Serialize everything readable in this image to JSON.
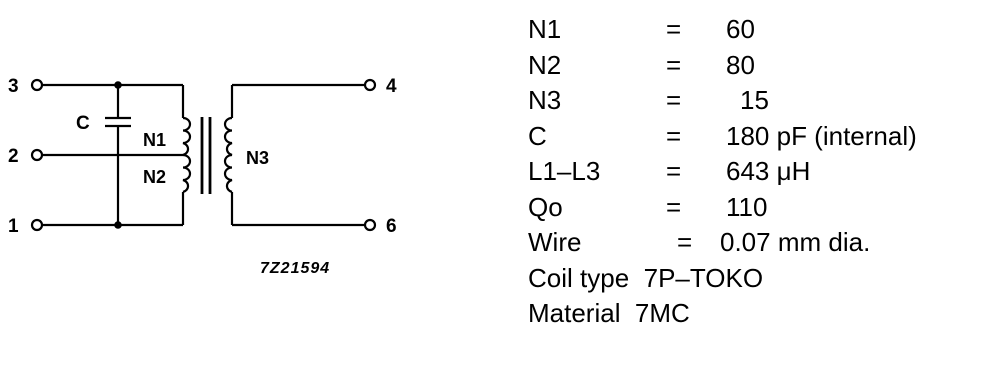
{
  "diagram": {
    "terminals": {
      "t3": "3",
      "t2": "2",
      "t1": "1",
      "t4": "4",
      "t6": "6"
    },
    "components": {
      "capacitor": "C",
      "winding_n1": "N1",
      "winding_n2": "N2",
      "winding_n3": "N3"
    },
    "reference_code": "7Z21594",
    "colors": {
      "line": "#000000",
      "background": "#ffffff"
    }
  },
  "specs": [
    {
      "key": "N1",
      "eq": "=",
      "value": "60"
    },
    {
      "key": "N2",
      "eq": "=",
      "value": "80"
    },
    {
      "key": "N3",
      "eq": "=",
      "value": "15"
    },
    {
      "key": "C",
      "eq": "=",
      "value": "180 pF (internal)"
    },
    {
      "key": "L1–L3",
      "eq": "=",
      "value": "643 μH"
    },
    {
      "key": "Qo",
      "eq": "=",
      "value": "110"
    },
    {
      "key": "Wire",
      "eq": "=",
      "value": "0.07 mm dia."
    },
    {
      "line": "Coil type  7P–TOKO"
    },
    {
      "line": "Material  7MC"
    }
  ]
}
